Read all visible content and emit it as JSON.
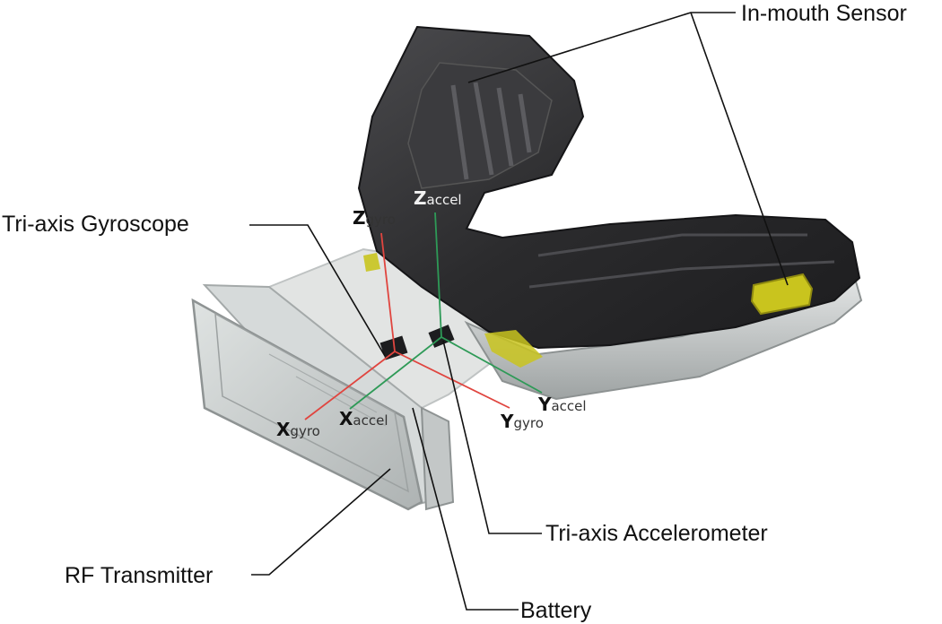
{
  "callouts": {
    "in_mouth_sensor": "In-mouth Sensor",
    "gyroscope": "Tri-axis Gyroscope",
    "accelerometer": "Tri-axis Accelerometer",
    "rf_transmitter": "RF Transmitter",
    "battery": "Battery"
  },
  "axes": {
    "z_gyro": {
      "main": "Z",
      "sub": "gyro"
    },
    "z_accel": {
      "main": "Z",
      "sub": "accel"
    },
    "x_gyro": {
      "main": "X",
      "sub": "gyro"
    },
    "x_accel": {
      "main": "X",
      "sub": "accel"
    },
    "y_gyro": {
      "main": "Y",
      "sub": "gyro"
    },
    "y_accel": {
      "main": "Y",
      "sub": "accel"
    }
  },
  "colors": {
    "gyro_axis": "#e0453f",
    "accel_axis": "#2e9a57",
    "mouthguard_body": "#2f2f31",
    "sensor_pad": "#c9c41e",
    "transmitter_shell": "#c8cccc"
  }
}
